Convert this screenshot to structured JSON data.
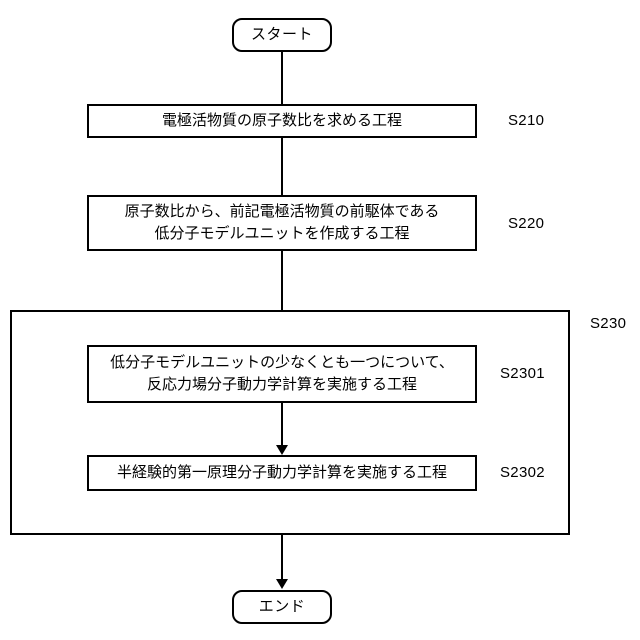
{
  "diagram": {
    "title_absent": true,
    "colors": {
      "background": "#ffffff",
      "stroke": "#000000",
      "text": "#000000"
    },
    "start": {
      "label": "スタート"
    },
    "end": {
      "label": "エンド"
    },
    "steps": [
      {
        "id": "S210",
        "ref": "S210",
        "lines": [
          "電極活物質の原子数比を求める工程"
        ]
      },
      {
        "id": "S220",
        "ref": "S220",
        "lines": [
          "原子数比から、前記電極活物質の前駆体である",
          "低分子モデルユニットを作成する工程"
        ]
      },
      {
        "id": "S2301",
        "ref": "S2301",
        "lines": [
          "低分子モデルユニットの少なくとも一つについて、",
          "反応力場分子動力学計算を実施する工程"
        ]
      },
      {
        "id": "S2302",
        "ref": "S2302",
        "lines": [
          "半経験的第一原理分子動力学計算を実施する工程"
        ]
      }
    ],
    "group": {
      "id": "S230",
      "ref": "S230"
    }
  }
}
